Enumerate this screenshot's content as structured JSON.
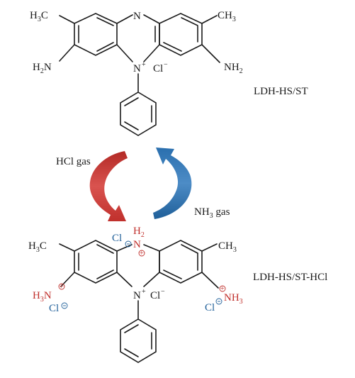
{
  "top_molecule": {
    "label": "LDH-HS/ST",
    "n_top": "N",
    "n_bottom": "N",
    "plus": "+",
    "counterion": "Cl",
    "counterion_charge": "−",
    "methyl_left": "H3C",
    "methyl_right": "CH3",
    "amine_left": "H2N",
    "amine_right": "NH2"
  },
  "bottom_molecule": {
    "label": "LDH-HS/ST-HCl",
    "n_top": "N",
    "n_top_h": "H2",
    "n_bottom": "N",
    "plus": "+",
    "counterion": "Cl",
    "methyl_left": "H3C",
    "methyl_right": "CH3",
    "amine_left": "H3N",
    "amine_right": "NH3",
    "chloride": "Cl"
  },
  "cycle": {
    "forward_label": "HCl gas",
    "reverse_label": "NH3 gas",
    "forward_color": "#c0302c",
    "reverse_color": "#1f5f99"
  }
}
